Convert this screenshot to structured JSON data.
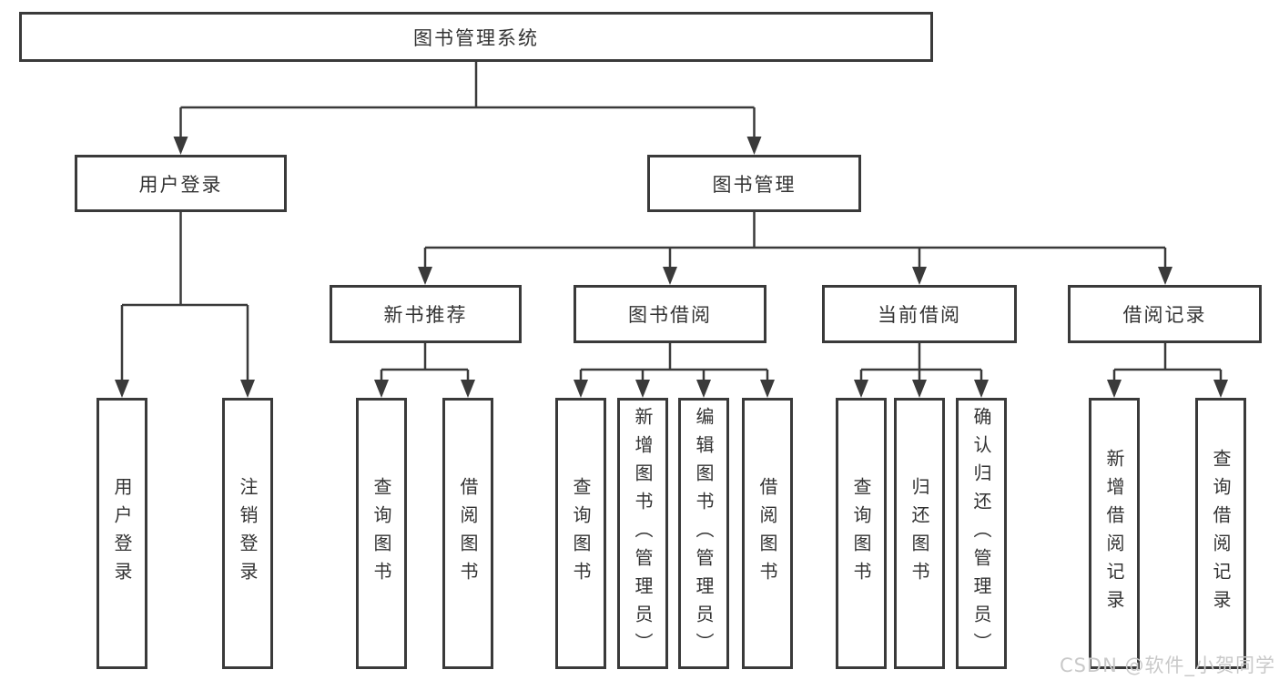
{
  "diagram": {
    "root": {
      "label": "图书管理系统"
    },
    "level2": [
      {
        "label": "用户登录"
      },
      {
        "label": "图书管理"
      }
    ],
    "level3": [
      {
        "label": "新书推荐",
        "parent": "图书管理"
      },
      {
        "label": "图书借阅",
        "parent": "图书管理"
      },
      {
        "label": "当前借阅",
        "parent": "图书管理"
      },
      {
        "label": "借阅记录",
        "parent": "图书管理"
      }
    ],
    "level4": [
      {
        "label": "用户登录",
        "parent": "用户登录"
      },
      {
        "label": "注销登录",
        "parent": "用户登录"
      },
      {
        "label": "查询图书",
        "parent": "新书推荐"
      },
      {
        "label": "借阅图书",
        "parent": "新书推荐"
      },
      {
        "label": "查询图书",
        "parent": "图书借阅"
      },
      {
        "label": "新增图书（管理员）",
        "parent": "图书借阅"
      },
      {
        "label": "编辑图书（管理员）",
        "parent": "图书借阅"
      },
      {
        "label": "借阅图书",
        "parent": "图书借阅"
      },
      {
        "label": "查询图书",
        "parent": "当前借阅"
      },
      {
        "label": "归还图书",
        "parent": "当前借阅"
      },
      {
        "label": "确认归还（管理员）",
        "parent": "当前借阅"
      },
      {
        "label": "新增借阅记录",
        "parent": "借阅记录"
      },
      {
        "label": "查询借阅记录",
        "parent": "借阅记录"
      }
    ]
  },
  "watermark": {
    "text": "CSDN @软件_小贺同学"
  },
  "colors": {
    "line": "#3a3a3a",
    "text": "#333333",
    "watermark": "#c9c9c9",
    "background": "#ffffff"
  }
}
